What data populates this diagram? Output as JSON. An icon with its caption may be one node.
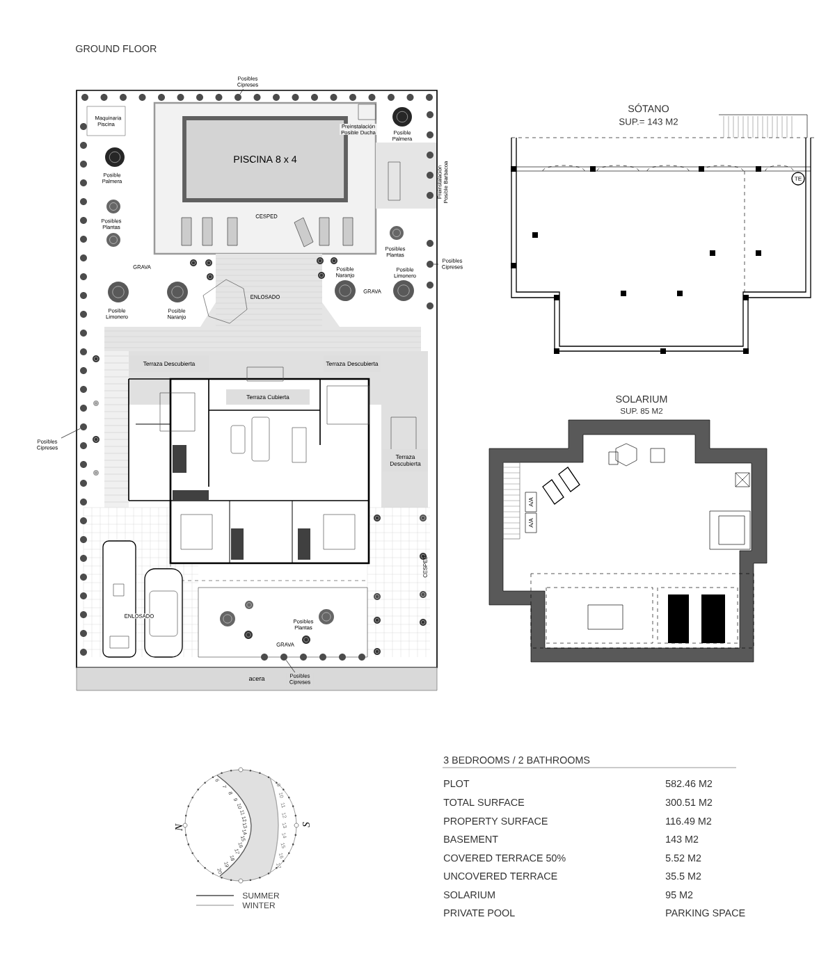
{
  "diagram": {
    "nodes": [
      {
        "text": [
          "GROUND FLOOR"
        ]
      },
      {
        "text": [
          "PISCINA 8 x 4"
        ],
        "in": 0
      },
      {
        "text": [
          "Maquinaria Piscina"
        ],
        "in": 0
      },
      {
        "text": [
          "Terraza Descubierta"
        ],
        "in": 0
      },
      {
        "text": [
          "Terraza Cubierta"
        ],
        "in": 0
      },
      {
        "text": [
          "Terraza Descubierta"
        ],
        "in": 0
      },
      {
        "text": [
          "Terraza Descubierta"
        ],
        "in": 0
      },
      {
        "text": [
          "acera"
        ]
      },
      {
        "text": [
          "SÓTANO",
          "SUP.= 143 M2"
        ]
      },
      {
        "text": [
          "TE"
        ],
        "in": 8
      },
      {
        "text": [
          "SOLARIUM",
          "SUP. 85 M2"
        ]
      },
      {
        "text": [
          "A/A"
        ],
        "in": 10
      },
      {
        "text": [
          "A/A"
        ],
        "in": 10
      },
      {
        "text": [
          "Posibles Cipreses"
        ]
      },
      {
        "text": [
          "Posibles Cipreses"
        ]
      },
      {
        "text": [
          "Posibles Cipreses"
        ]
      },
      {
        "text": [
          "Posibles Cipreses"
        ],
        "in": 7
      },
      {
        "text": [],
        "shape": "circle",
        "in": 0
      },
      {
        "text": [],
        "shape": "circle",
        "in": 0
      },
      {
        "text": [],
        "shape": "circle",
        "in": 0
      },
      {
        "text": [],
        "shape": "circle",
        "in": 0
      }
    ],
    "edges": [
      {
        "from": 13,
        "to": 17,
        "arrow": "none"
      },
      {
        "from": 14,
        "to": 18,
        "arrow": "none"
      },
      {
        "from": 15,
        "to": 19,
        "arrow": "none"
      },
      {
        "from": 16,
        "to": 20,
        "arrow": "none"
      }
    ],
    "labels": [
      "Posible Palmera",
      "Posible Palmera",
      "Preinstalación Posible Ducha",
      "Preinstalación Posible Barbacoa",
      "CESPED",
      "Posibles Plantas",
      "Posibles Plantas",
      "GRAVA",
      "Posible Naranjo",
      "Posible Limonero",
      "GRAVA",
      "ENLOSADO",
      "Posible Limonero",
      "Posible Naranjo",
      "CESPED",
      "ENLOSADO",
      "Posibles Plantas",
      "GRAVA",
      "N",
      "S",
      "6",
      "7",
      "8",
      "9",
      "10",
      "11",
      "12",
      "13",
      "14",
      "15",
      "16",
      "17",
      "18",
      "19",
      "20",
      "9",
      "10",
      "11",
      "12",
      "13",
      "14",
      "15",
      "16",
      "17",
      "3 BEDROOMS / 2 BATHROOMS",
      "PLOT",
      "582.46 M2",
      "TOTAL SURFACE",
      "300.51 M2",
      "PROPERTY SURFACE",
      "116.49 M2",
      "BASEMENT",
      "143 M2",
      "COVERED TERRACE 50%",
      "5.52 M2",
      "UNCOVERED TERRACE",
      "35.5 M2",
      "SOLARIUM",
      "95 M2",
      "PRIVATE POOL",
      "PARKING SPACE"
    ],
    "legend": [
      {
        "text": "SUMMER"
      },
      {
        "text": "WINTER"
      }
    ]
  }
}
